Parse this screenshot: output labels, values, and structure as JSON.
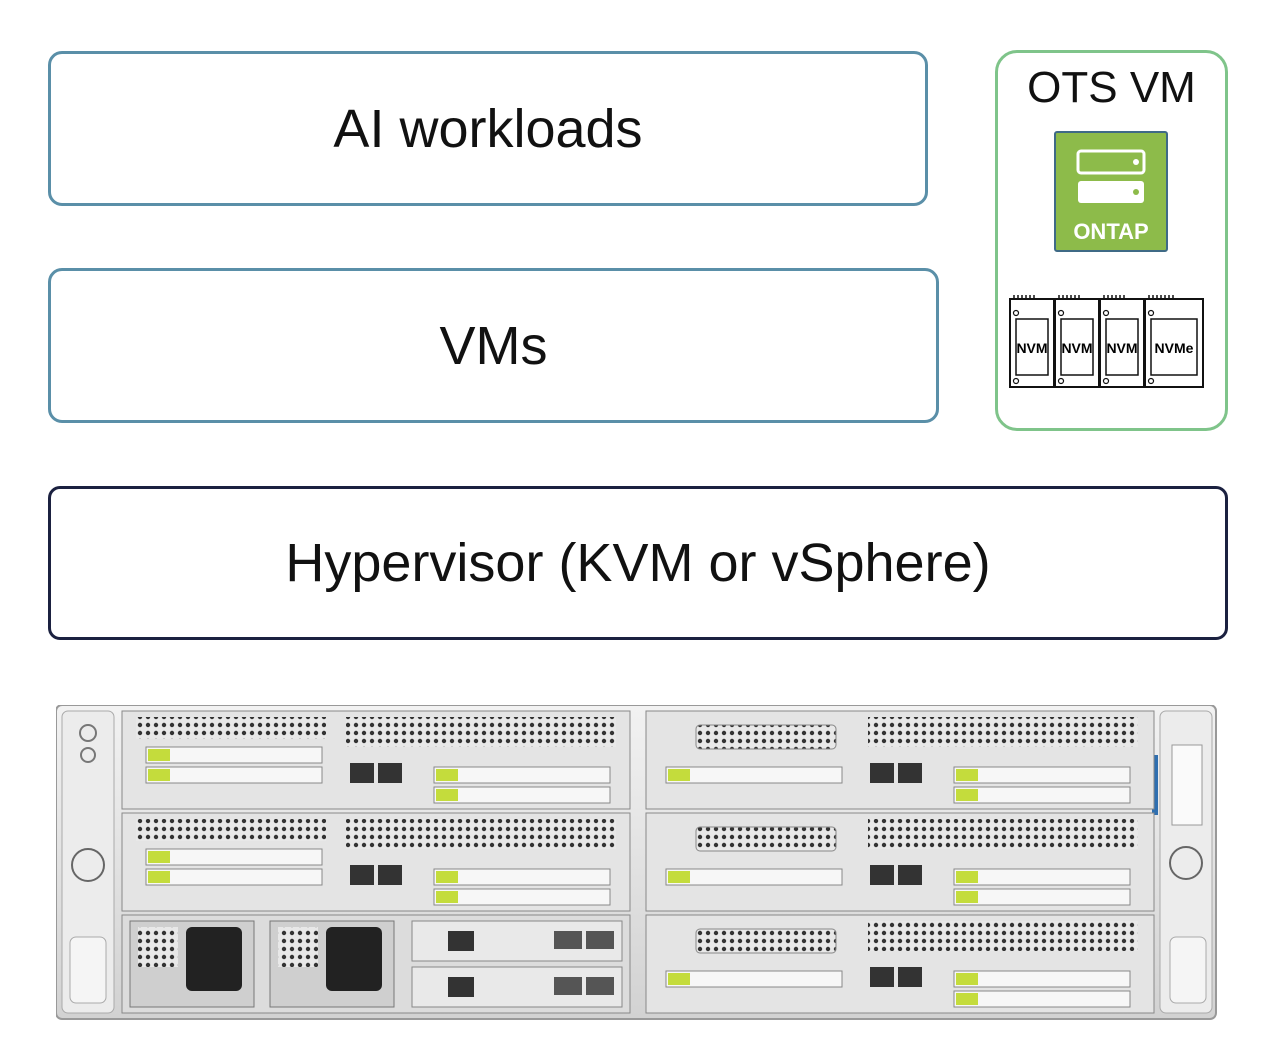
{
  "diagram": {
    "ai_workloads": "AI workloads",
    "vms": "VMs",
    "hypervisor": "Hypervisor (KVM or vSphere)",
    "ots_vm": {
      "title": "OTS VM",
      "ontap_label": "ONTAP",
      "drives": [
        "NVM",
        "NVM",
        "NVM",
        "NVMe"
      ]
    },
    "colors": {
      "layer_border": "#5a8fa8",
      "hypervisor_border": "#1b2140",
      "ots_border": "#7fc48a",
      "ontap_fill": "#8dbb4a"
    }
  }
}
